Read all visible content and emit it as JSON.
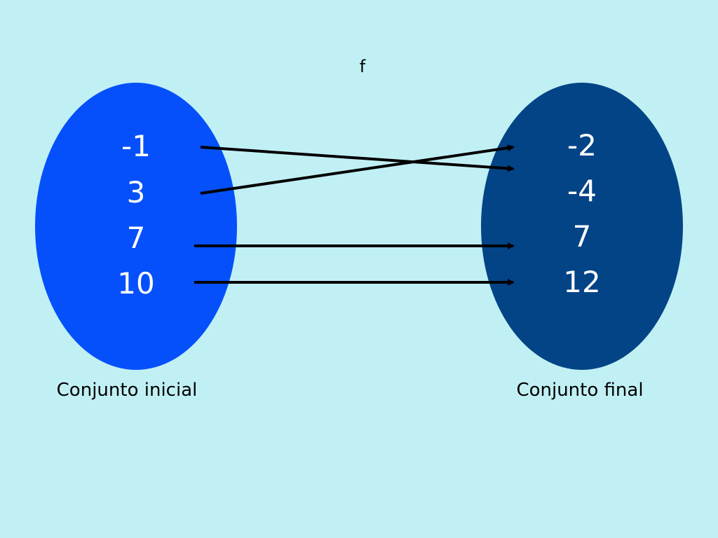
{
  "function_label": "f",
  "colors": {
    "background": "#c1f0f4",
    "domain_set": "#0550fb",
    "codomain_set": "#034487",
    "element_text": "#ffffff",
    "arrow": "#000000"
  },
  "domain": {
    "label": "Conjunto inicial",
    "elements": [
      "-1",
      "3",
      "7",
      "10"
    ]
  },
  "codomain": {
    "label": "Conjunto final",
    "elements": [
      "-2",
      "-4",
      "7",
      "12"
    ]
  },
  "mappings": [
    {
      "from": "-1",
      "to": "-4"
    },
    {
      "from": "3",
      "to": "-2"
    },
    {
      "from": "7",
      "to": "7"
    },
    {
      "from": "10",
      "to": "12"
    }
  ]
}
